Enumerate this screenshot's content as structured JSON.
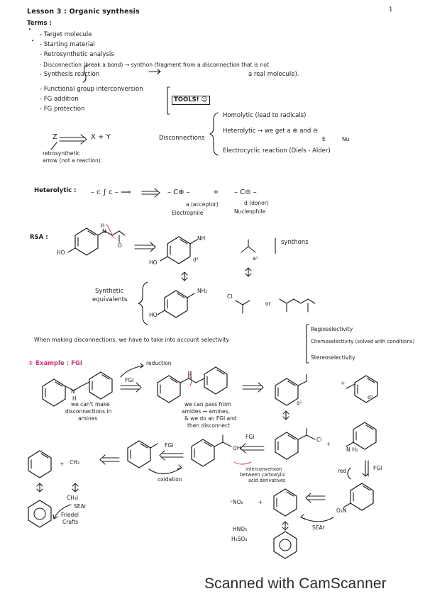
{
  "header": {
    "title": "Lesson 3 : Organic synthesis",
    "page_number": "1"
  },
  "terms": {
    "heading": "Terms :",
    "items": [
      "- Target molecule",
      "- Starting material",
      "- Retrosynthetic analysis",
      "- Disconnection (break a bond) → synthon (fragment from a disconnection that is not",
      "- Synthesis reaction",
      "- Functional group interconversion",
      "- FG addition",
      "- FG protection"
    ],
    "synthon_continuation": "a real molecule).",
    "tools_label": "TOOLS! ☺"
  },
  "disconnection_scheme": {
    "equation": "Z ⟹ X + Y",
    "arrow_note_1": "retrosynthetic",
    "arrow_note_2": "arrow (not a reaction).",
    "label": "Disconnections",
    "types": [
      "Homolytic (lead to radicals)",
      "Heterolytic → we get a ⊕ and ⊖",
      "Electrocyclic reaction (Diels - Alder)"
    ],
    "sub_e": "E",
    "sub_nu": "Nu"
  },
  "heterolytic": {
    "label": "Heterolytic :",
    "left": "– c ∫ c –  ⟹",
    "fragment_a": "– C⊕ –",
    "plus": "+",
    "fragment_d": "– C⊖ –",
    "a_label": "a (acceptor)",
    "d_label": "d (donor)",
    "electrophile": "Electrophile",
    "nucleophile": "Nucleophile"
  },
  "rsa": {
    "label": "RSA :",
    "ho_1": "HO",
    "nh_top": "H",
    "n_label": "N",
    "o_label": "O",
    "nh_anion": "NH",
    "d1": "d¹",
    "a1": "a¹",
    "ho_2": "HO",
    "synthons": "synthons",
    "synthetic_equivalents_1": "Synthetic",
    "synthetic_equivalents_2": "equivalents",
    "nh2": "NH₂",
    "cl": "Cl",
    "or": "or",
    "ho_3": "HO"
  },
  "selectivity": {
    "sentence": "When making disconnections, we have to take into account selectivity",
    "types": [
      "Regioselectivity",
      "Chemoselectivity (solved with conditions)",
      "Stereoselectivity"
    ]
  },
  "example": {
    "label": "① Example : FGI",
    "reduction": "reduction",
    "fgi_1": "FGI",
    "cant_note": [
      "we can't make",
      "disconnections in",
      "amines"
    ],
    "pass_note": [
      "we can pass from",
      "amides ↔ amines,",
      "& we do an FGI and",
      "then disconnect"
    ],
    "a1": "a¹",
    "d1": "d¹",
    "h": "H",
    "n": "N",
    "fgi_2": "FGI",
    "fgi_3": "FGI",
    "fgi_4": "FGI",
    "cl": "Cl",
    "oh": "OH",
    "ch3": "CH₃",
    "ch3i": "CH₃I",
    "oxidation": "oxidation",
    "interconversion_note": [
      "interconversion",
      "between carboxylic",
      "acid derivatives"
    ],
    "red": "red",
    "seAr_fc_1": "SEAr",
    "seAr_fc_2": "Friedel",
    "seAr_fc_3": "Crafts",
    "no2_plus": "⁺NO₂",
    "o2n": "O₂N",
    "seAr_2": "SEAr",
    "hno3": "HNO₃",
    "h2so4": "H₂SO₄",
    "plus": "+",
    "nh2": "N H₂"
  },
  "footer": {
    "watermark": "Scanned with CamScanner"
  }
}
